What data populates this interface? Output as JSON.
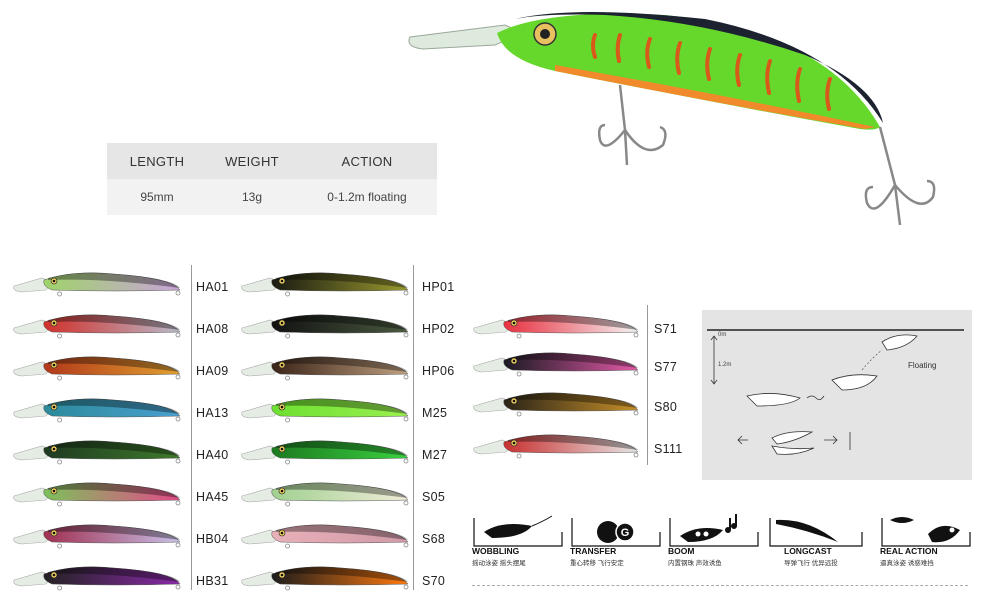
{
  "spec": {
    "headers": [
      "LENGTH",
      "WEIGHT",
      "ACTION"
    ],
    "values": [
      "95mm",
      "13g",
      "0-1.2m floating"
    ]
  },
  "column1": [
    "HA01",
    "HA08",
    "HA09",
    "HA13",
    "HA40",
    "HA45",
    "HB04",
    "HB31"
  ],
  "column2": [
    "HP01",
    "HP02",
    "HP06",
    "M25",
    "M27",
    "S05",
    "S68",
    "S70"
  ],
  "column3": [
    "S71",
    "S77",
    "S80",
    "S111"
  ],
  "diagram": {
    "depth_top": "0m",
    "depth_bottom": "1.2m",
    "floating_label": "Floating"
  },
  "features": [
    {
      "title": "WOBBLING",
      "sub": "摇动泳姿 摇头摆尾"
    },
    {
      "title": "TRANSFER",
      "sub": "重心转移 飞行安定"
    },
    {
      "title": "BOOM",
      "sub": "内置钢珠 声效诱鱼"
    },
    {
      "title": "LONGCAST",
      "sub": "导弹飞行 优异远投"
    },
    {
      "title": "REAL ACTION",
      "sub": "逼真泳姿 诱惑难挡"
    }
  ],
  "colors": {
    "HA01": [
      "#9fd36a",
      "#c9a4d8"
    ],
    "HA08": [
      "#d0302a",
      "#b9b9c9"
    ],
    "HA09": [
      "#b2381a",
      "#e0a030"
    ],
    "HA13": [
      "#2c8a9a",
      "#4aa0d0"
    ],
    "HA40": [
      "#1e3a20",
      "#3f7a2c"
    ],
    "HA45": [
      "#7cc05a",
      "#e44a8a"
    ],
    "HB04": [
      "#a03050",
      "#c8c0e8"
    ],
    "HB31": [
      "#222222",
      "#8a2aa8"
    ],
    "HP01": [
      "#1a1a12",
      "#9a9a30"
    ],
    "HP02": [
      "#111111",
      "#4a5a40"
    ],
    "HP06": [
      "#3a2418",
      "#c0a080"
    ],
    "M25": [
      "#6de030",
      "#9af050"
    ],
    "M27": [
      "#1c7a20",
      "#3ad040"
    ],
    "S05": [
      "#a0d090",
      "#f0ecd8"
    ],
    "S68": [
      "#e8b0b8",
      "#d09aa8"
    ],
    "S70": [
      "#1c1c1c",
      "#ff7a10"
    ],
    "S71": [
      "#e83040",
      "#f4f4f4"
    ],
    "S77": [
      "#1a1a22",
      "#e45aa8"
    ],
    "S80": [
      "#2a2418",
      "#c8902a"
    ],
    "S111": [
      "#c83030",
      "#e6e6e6"
    ]
  }
}
